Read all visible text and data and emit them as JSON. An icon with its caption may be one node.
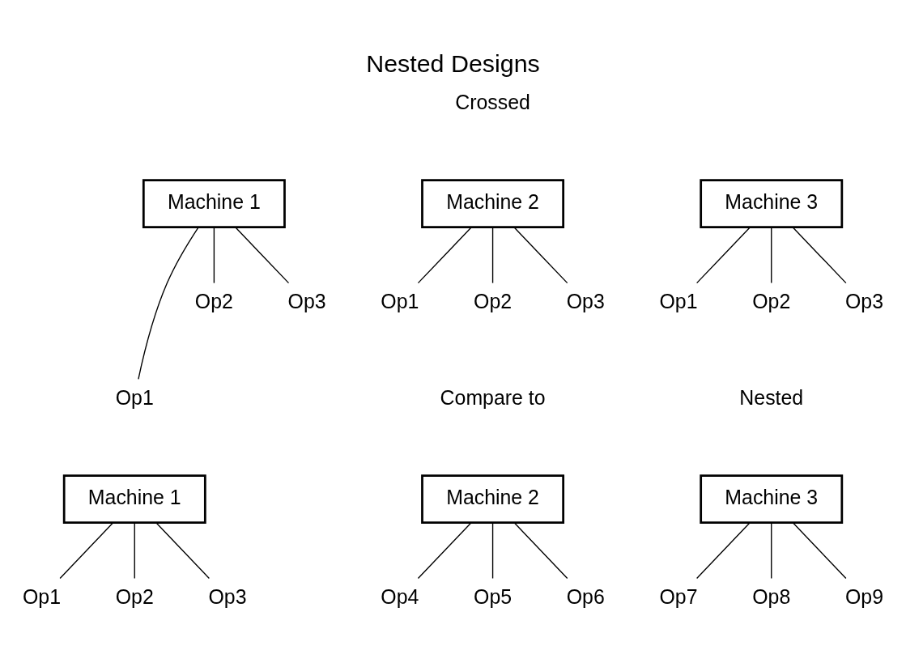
{
  "diagram": {
    "title": "Nested Designs",
    "nodes": [
      {
        "text": [
          "Machine 1"
        ]
      },
      {
        "text": [
          "Machine 2"
        ]
      },
      {
        "text": [
          "Machine 3"
        ]
      },
      {
        "text": [
          "Op1"
        ]
      },
      {
        "text": [
          "Op2"
        ]
      },
      {
        "text": [
          "Op3"
        ]
      },
      {
        "text": [
          "Op1"
        ]
      },
      {
        "text": [
          "Op2"
        ]
      },
      {
        "text": [
          "Op3"
        ]
      },
      {
        "text": [
          "Op1"
        ]
      },
      {
        "text": [
          "Op2"
        ]
      },
      {
        "text": [
          "Op3"
        ]
      },
      {
        "text": [
          "Machine 1"
        ]
      },
      {
        "text": [
          "Machine 2"
        ]
      },
      {
        "text": [
          "Machine 3"
        ]
      },
      {
        "text": [
          "Op1"
        ]
      },
      {
        "text": [
          "Op2"
        ]
      },
      {
        "text": [
          "Op3"
        ]
      },
      {
        "text": [
          "Op4"
        ]
      },
      {
        "text": [
          "Op5"
        ]
      },
      {
        "text": [
          "Op6"
        ]
      },
      {
        "text": [
          "Op7"
        ]
      },
      {
        "text": [
          "Op8"
        ]
      },
      {
        "text": [
          "Op9"
        ]
      }
    ],
    "edges": [
      {
        "from": 0,
        "to": 3,
        "arrow": "none"
      },
      {
        "from": 0,
        "to": 4,
        "arrow": "none"
      },
      {
        "from": 0,
        "to": 5,
        "arrow": "none"
      },
      {
        "from": 1,
        "to": 6,
        "arrow": "none"
      },
      {
        "from": 1,
        "to": 7,
        "arrow": "none"
      },
      {
        "from": 1,
        "to": 8,
        "arrow": "none"
      },
      {
        "from": 2,
        "to": 9,
        "arrow": "none"
      },
      {
        "from": 2,
        "to": 10,
        "arrow": "none"
      },
      {
        "from": 2,
        "to": 11,
        "arrow": "none"
      },
      {
        "from": 12,
        "to": 15,
        "arrow": "none"
      },
      {
        "from": 12,
        "to": 16,
        "arrow": "none"
      },
      {
        "from": 12,
        "to": 17,
        "arrow": "none"
      },
      {
        "from": 13,
        "to": 18,
        "arrow": "none"
      },
      {
        "from": 13,
        "to": 19,
        "arrow": "none"
      },
      {
        "from": 13,
        "to": 20,
        "arrow": "none"
      },
      {
        "from": 14,
        "to": 21,
        "arrow": "none"
      },
      {
        "from": 14,
        "to": 22,
        "arrow": "none"
      },
      {
        "from": 14,
        "to": 23,
        "arrow": "none"
      }
    ],
    "labels": [
      "Crossed",
      "Compare to",
      "Nested"
    ]
  }
}
